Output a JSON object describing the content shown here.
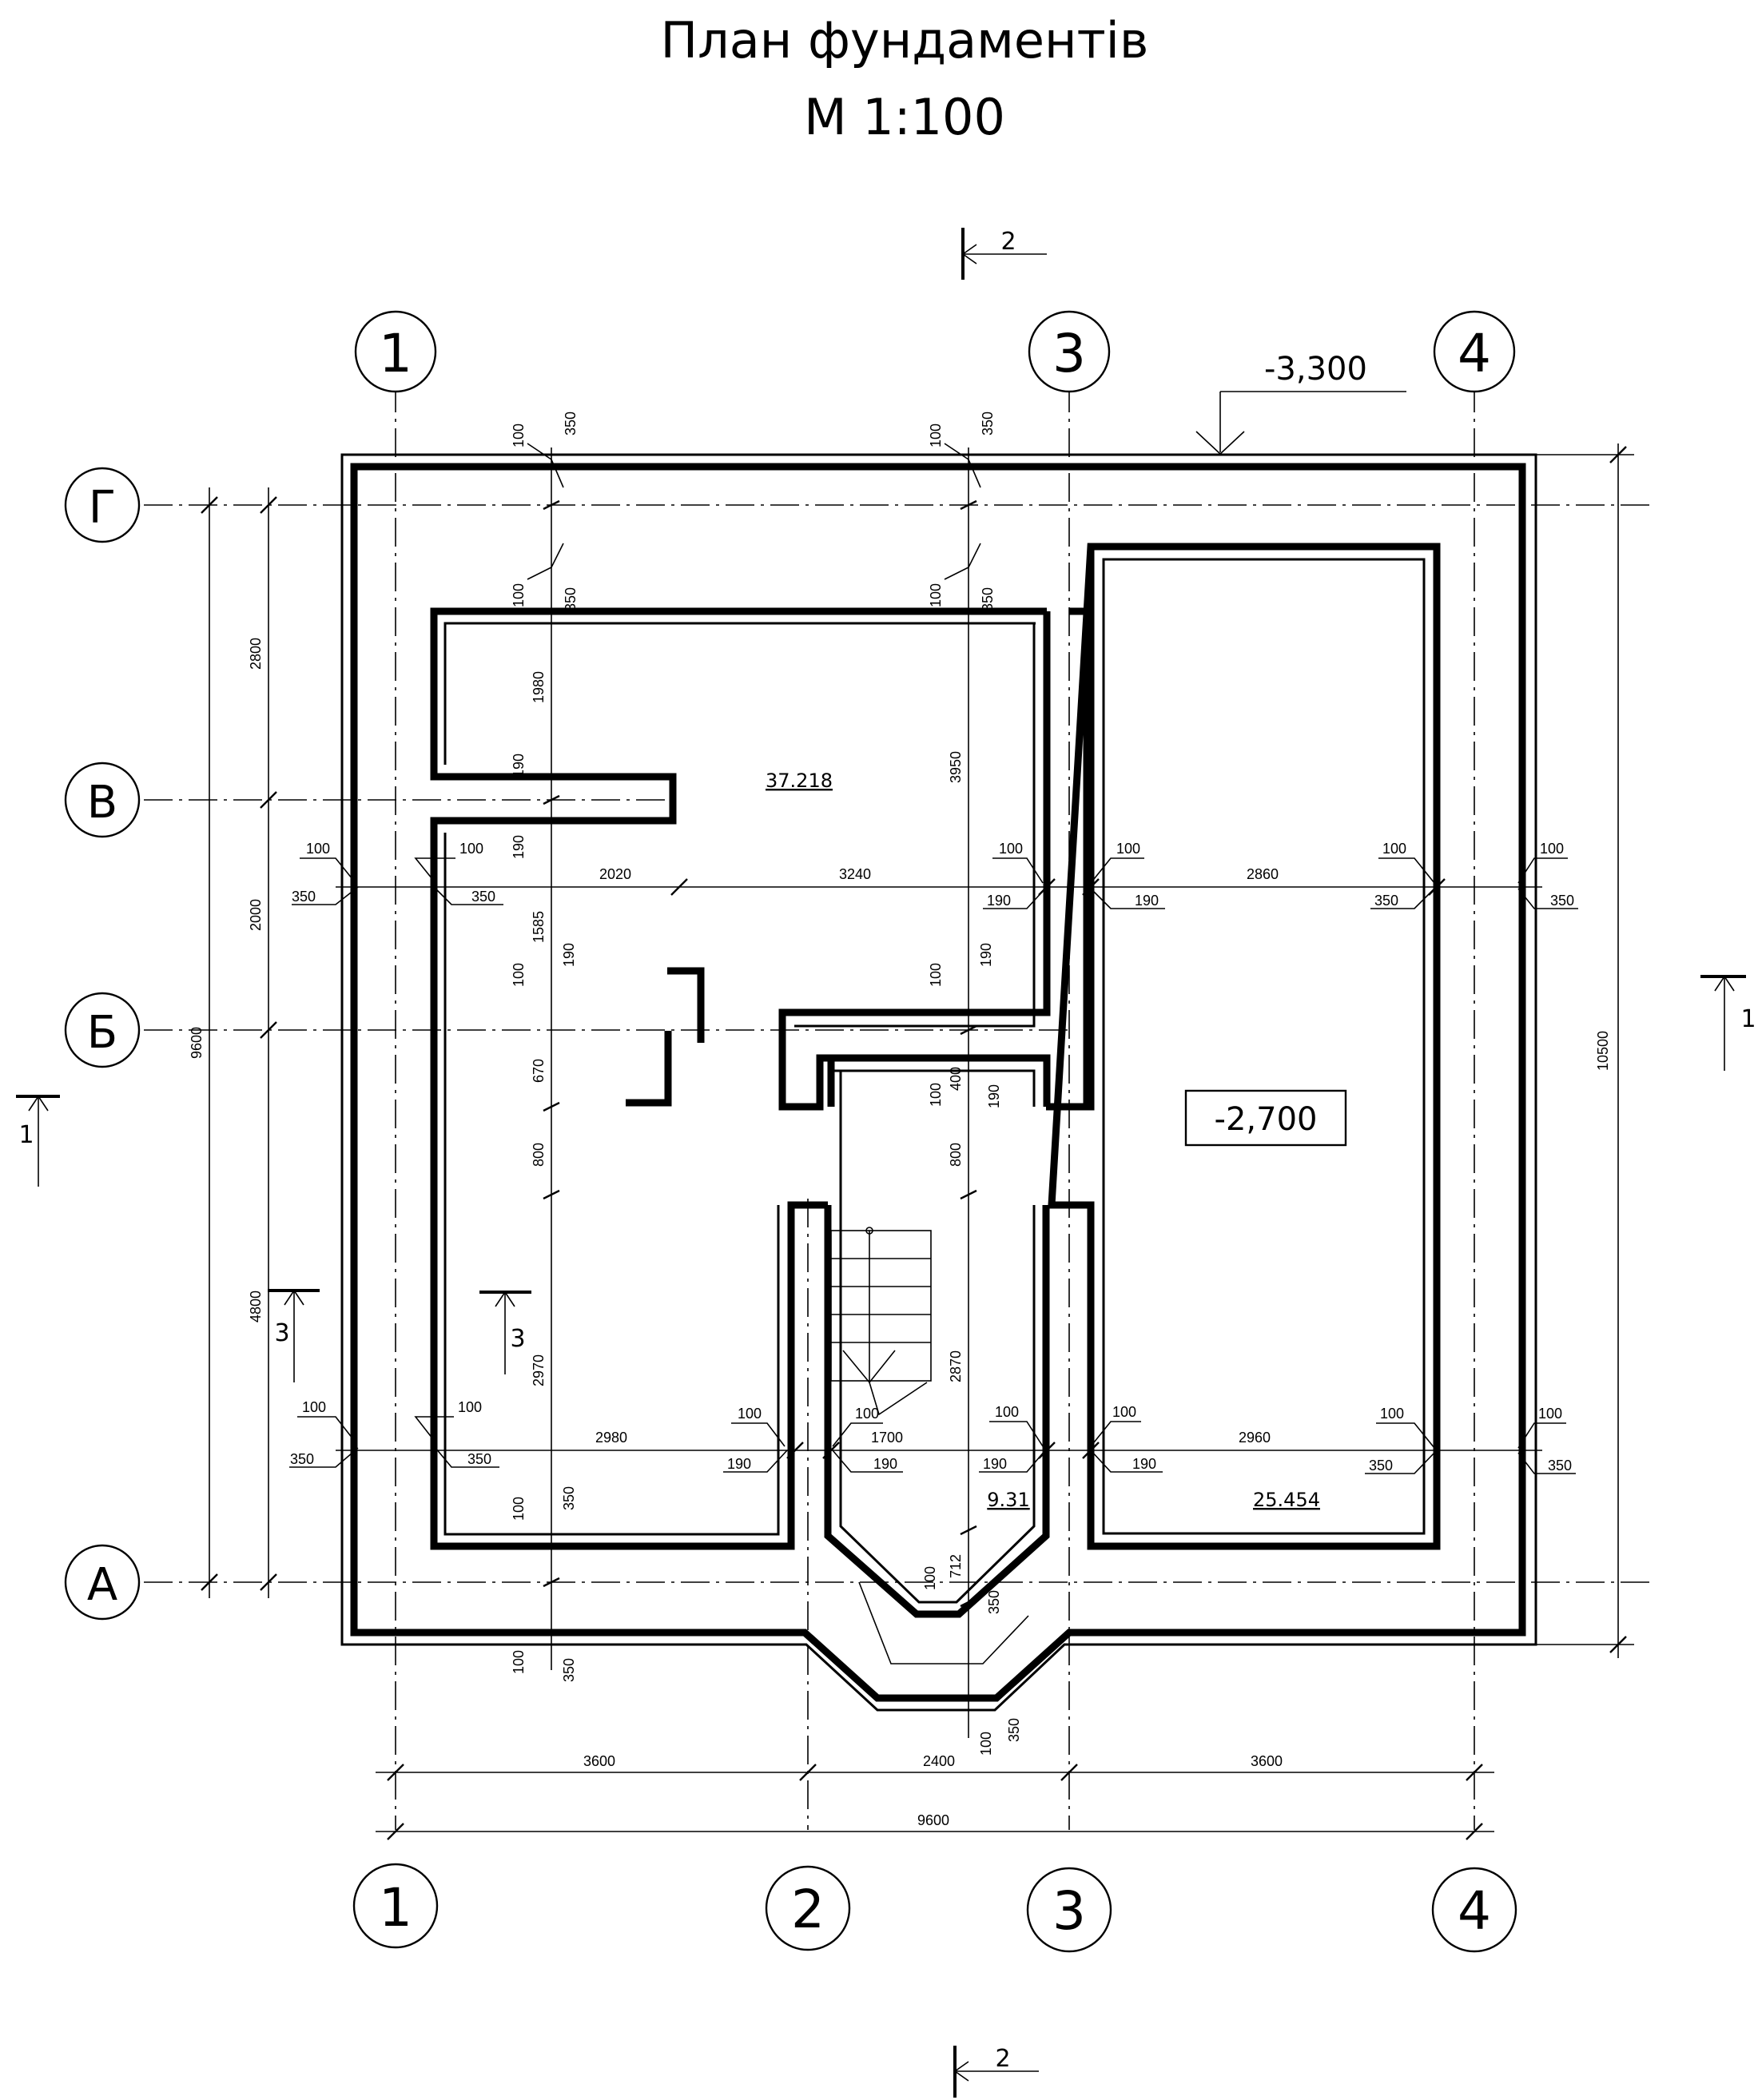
{
  "title": {
    "line1": "План фундаментів",
    "line2": "М 1:100"
  },
  "axes": {
    "top": [
      "1",
      "3",
      "4"
    ],
    "bottom": [
      "1",
      "2",
      "3",
      "4"
    ],
    "left": [
      "Г",
      "В",
      "Б",
      "А"
    ]
  },
  "levels": {
    "top_mark": "-3,300",
    "floor_mark": "-2,700"
  },
  "areas": {
    "room1": "37.218",
    "room2": "9.31",
    "room3": "25.454"
  },
  "sections": {
    "s1": "1",
    "s2": "2",
    "s3": "3"
  },
  "dims": {
    "bottom_row1": [
      "3600",
      "2400",
      "3600"
    ],
    "bottom_total": "9600",
    "left_outer_total": "9600",
    "left_chain": [
      "2800",
      "2000",
      "4800"
    ],
    "right_total": "10500",
    "row_upper": [
      "2020",
      "3240",
      "2860"
    ],
    "row_lower": [
      "2980",
      "1700",
      "2960"
    ],
    "vert_axis1": [
      "1980",
      "1585",
      "670",
      "800",
      "2970"
    ],
    "vert_axis2": [
      "3950",
      "400",
      "800",
      "2870",
      "712"
    ],
    "wall_100": "100",
    "wall_350": "350",
    "wall_190": "190"
  }
}
